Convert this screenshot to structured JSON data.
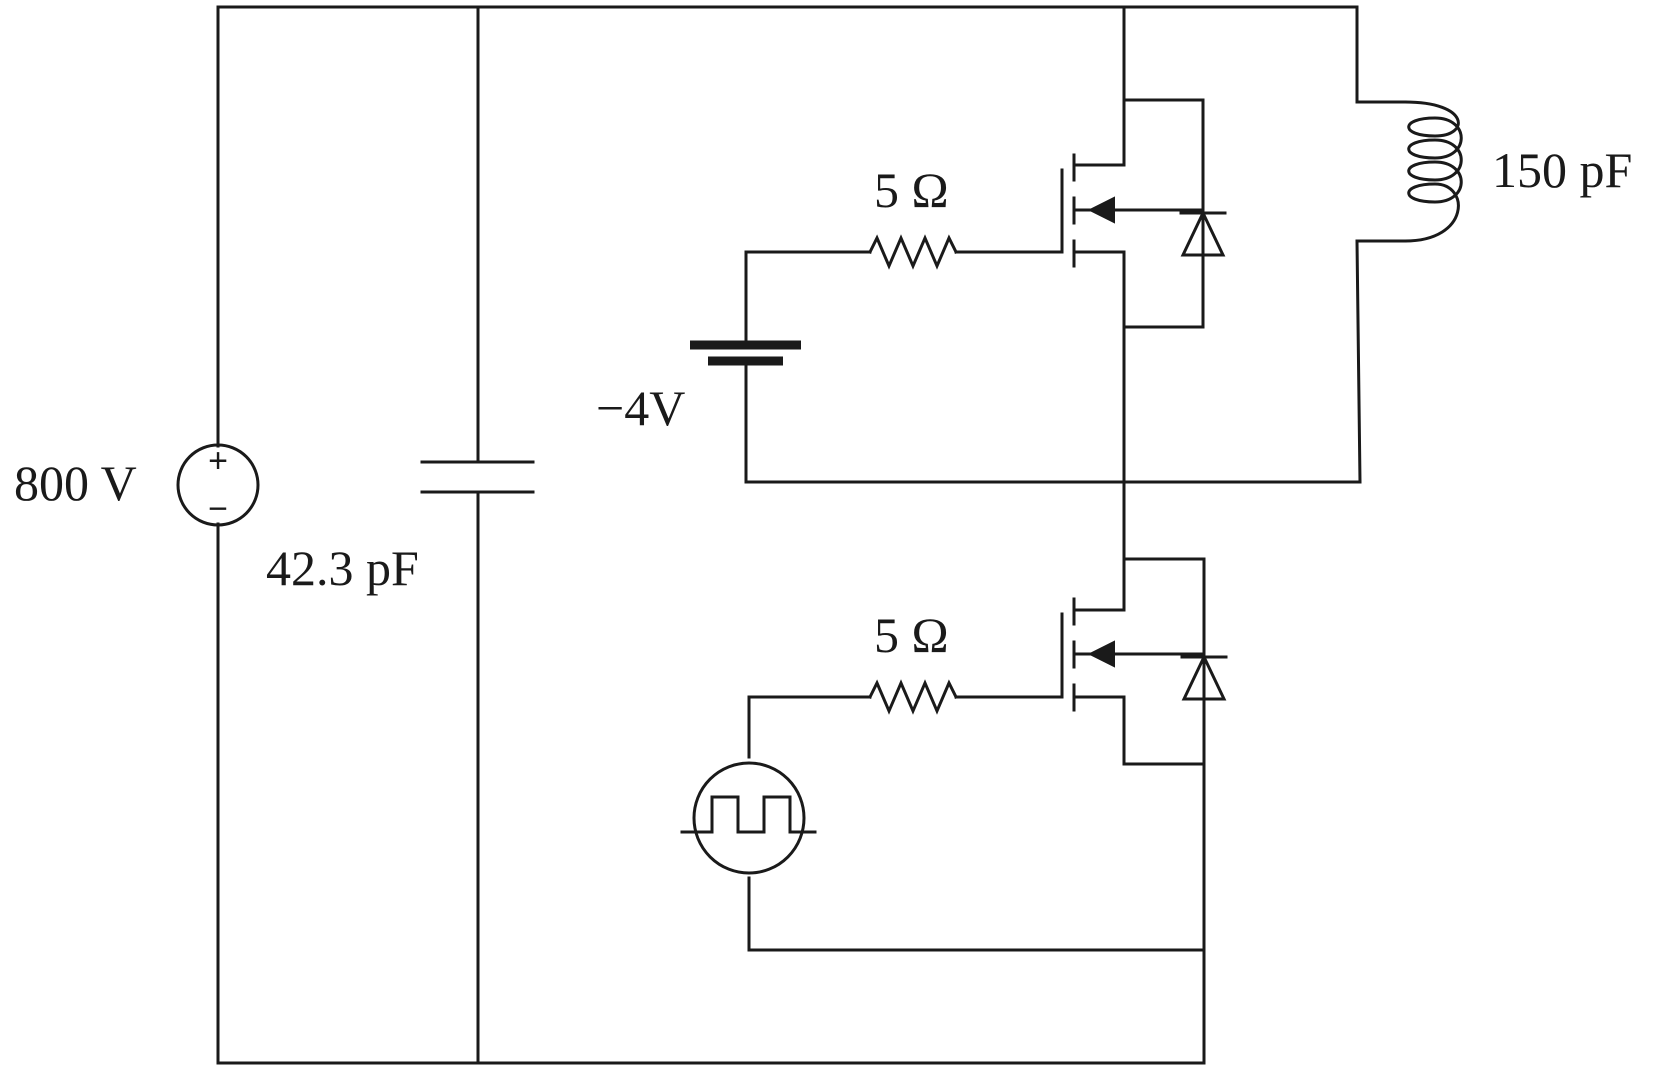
{
  "labels": {
    "dc_source": "800 V",
    "dc_plus": "+",
    "dc_minus": "−",
    "bus_capacitor": "42.3 pF",
    "inductor": "150 pF",
    "upper_gate_resistor": "5  Ω",
    "lower_gate_resistor": "5  Ω",
    "gate_bias_battery": "−4V"
  },
  "colors": {
    "wire": "#1a1a1a",
    "background": "#ffffff"
  }
}
